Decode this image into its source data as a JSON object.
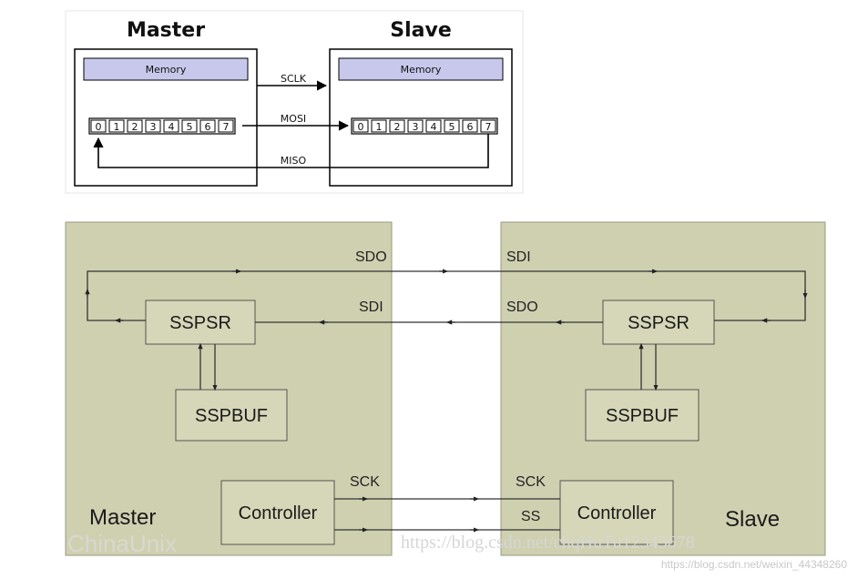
{
  "top": {
    "master_title": "Master",
    "slave_title": "Slave",
    "memory_label": "Memory",
    "register_cells": [
      "0",
      "1",
      "2",
      "3",
      "4",
      "5",
      "6",
      "7"
    ],
    "signals": {
      "sclk": "SCLK",
      "mosi": "MOSI",
      "miso": "MISO"
    }
  },
  "bottom": {
    "master": {
      "side_label": "Master",
      "sspsr": "SSPSR",
      "sspbuf": "SSPBUF",
      "controller": "Controller",
      "sdo": "SDO",
      "sdi": "SDI",
      "sck": "SCK"
    },
    "slave": {
      "side_label": "Slave",
      "sspsr": "SSPSR",
      "sspbuf": "SSPBUF",
      "controller": "Controller",
      "sdi": "SDI",
      "sdo": "SDO",
      "sck": "SCK",
      "ss": "SS"
    },
    "colors": {
      "panel": "#cfd0b0",
      "box": "#d6d6b8",
      "line": "#333333"
    }
  },
  "watermarks": {
    "chinaunix": "ChinaUnix",
    "blog": "https://blog.csdn.net/chqHuTu12345678",
    "csdn": "https://blog.csdn.net/weixin_44348260"
  }
}
